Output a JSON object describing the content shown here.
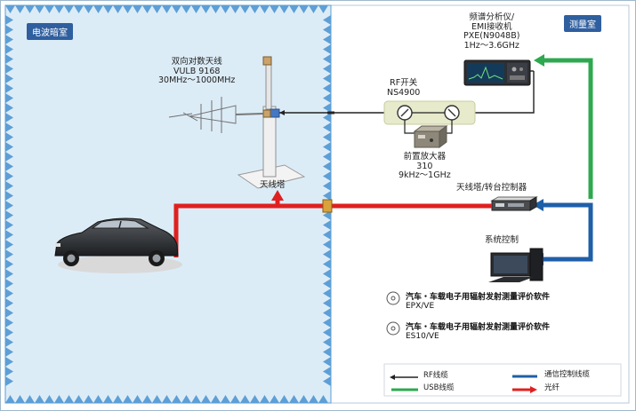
{
  "rooms": {
    "chamber": "电波暗室",
    "measurement": "测量室"
  },
  "devices": {
    "antenna": {
      "line1": "双向对数天线",
      "line2": "VULB 9168",
      "line3": "30MHz～1000MHz"
    },
    "tower": {
      "label": "天线塔"
    },
    "rf_switch": {
      "line1": "RF开关",
      "line2": "NS4900"
    },
    "preamp": {
      "line1": "前置放大器",
      "line2": "310",
      "line3": "9kHz～1GHz"
    },
    "analyzer": {
      "line1": "频谱分析仪/",
      "line2": "EMI接收机",
      "line3": "PXE(N9048B)",
      "line4": "1Hz～3.6GHz"
    },
    "controller": {
      "label": "天线塔/转台控制器"
    },
    "system": {
      "label": "系统控制"
    }
  },
  "software": [
    {
      "name": "汽车・车载电子用辐射发射测量评价软件",
      "code": "EPX/VE"
    },
    {
      "name": "汽车・车载电子用辐射发射测量评价软件",
      "code": "ES10/VE"
    }
  ],
  "legend": [
    {
      "label": "RF线缆",
      "color": "#222222"
    },
    {
      "label": "USB线缆",
      "color": "#2ea84f"
    },
    {
      "label": "通信控制线缆",
      "color": "#1f5fa8"
    },
    {
      "label": "光纤",
      "color": "#e02020"
    }
  ],
  "colors": {
    "chamber_fill": "#dcecf7",
    "absorber": "#5d9fd6",
    "tag": "#2f5f9f",
    "rf": "#222222",
    "usb": "#2ea84f",
    "control": "#1f5fa8",
    "fiber": "#e02020"
  }
}
